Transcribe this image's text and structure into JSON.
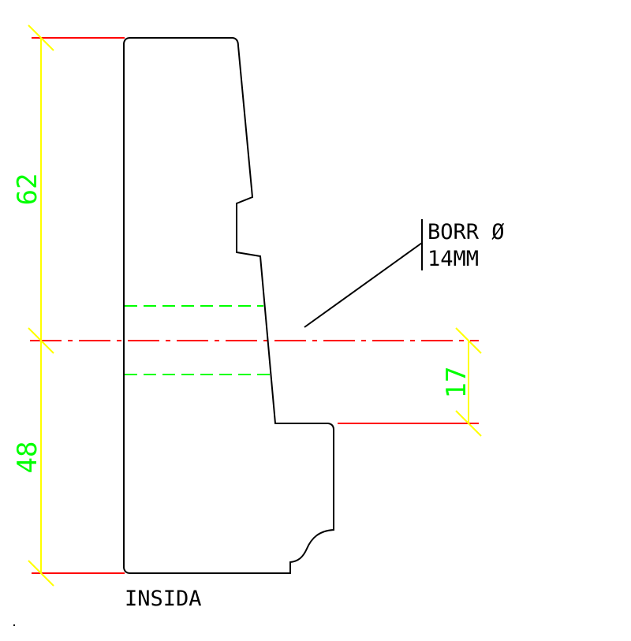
{
  "drawing": {
    "dimensions": {
      "upper": "62",
      "lower": "48",
      "offset": "17"
    },
    "note": {
      "line1": "BORR Ø",
      "line2": "14MM"
    },
    "side_label": "INSIDA"
  },
  "colors": {
    "outline": "#000000",
    "dimension_line": "#ffff00",
    "extension_line": "#ff0000",
    "dimension_text": "#00ff00",
    "hidden_line": "#00ff00"
  }
}
